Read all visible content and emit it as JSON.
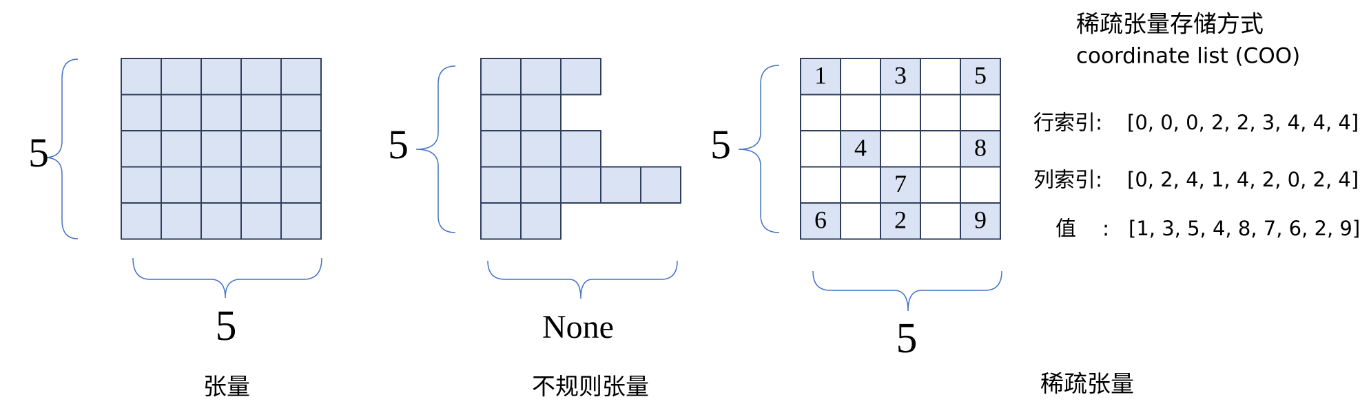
{
  "colors": {
    "cell_fill": "#dae3f3",
    "cell_stroke": "#2f3e5c",
    "brace": "#4472c4",
    "text": "#000000"
  },
  "dense": {
    "rows_label": "5",
    "cols_label": "5",
    "caption": "张量",
    "row_lengths": [
      5,
      5,
      5,
      5,
      5
    ]
  },
  "ragged": {
    "rows_label": "5",
    "cols_label": "None",
    "caption": "不规则张量",
    "row_lengths": [
      3,
      2,
      3,
      5,
      2
    ]
  },
  "sparse": {
    "rows_label": "5",
    "cols_label": "5",
    "caption": "稀疏张量",
    "grid": [
      [
        "1",
        "",
        "3",
        "",
        "5"
      ],
      [
        "",
        "",
        "",
        "",
        ""
      ],
      [
        "",
        "4",
        "",
        "",
        "8"
      ],
      [
        "",
        "",
        "7",
        "",
        ""
      ],
      [
        "6",
        "",
        "2",
        "",
        "9"
      ]
    ]
  },
  "coo": {
    "title": "稀疏张量存储方式",
    "subtitle": "coordinate list (COO)",
    "row_index_label": "行索引:",
    "row_index_values": "[0, 0, 0, 2, 2, 3, 4, 4, 4]",
    "col_index_label": "列索引:",
    "col_index_values": "[0, 2, 4, 1, 4, 2, 0, 2, 4]",
    "values_label": "值",
    "values_colon": ":",
    "values_values": "[1, 3, 5, 4, 8, 7, 6, 2, 9]"
  }
}
